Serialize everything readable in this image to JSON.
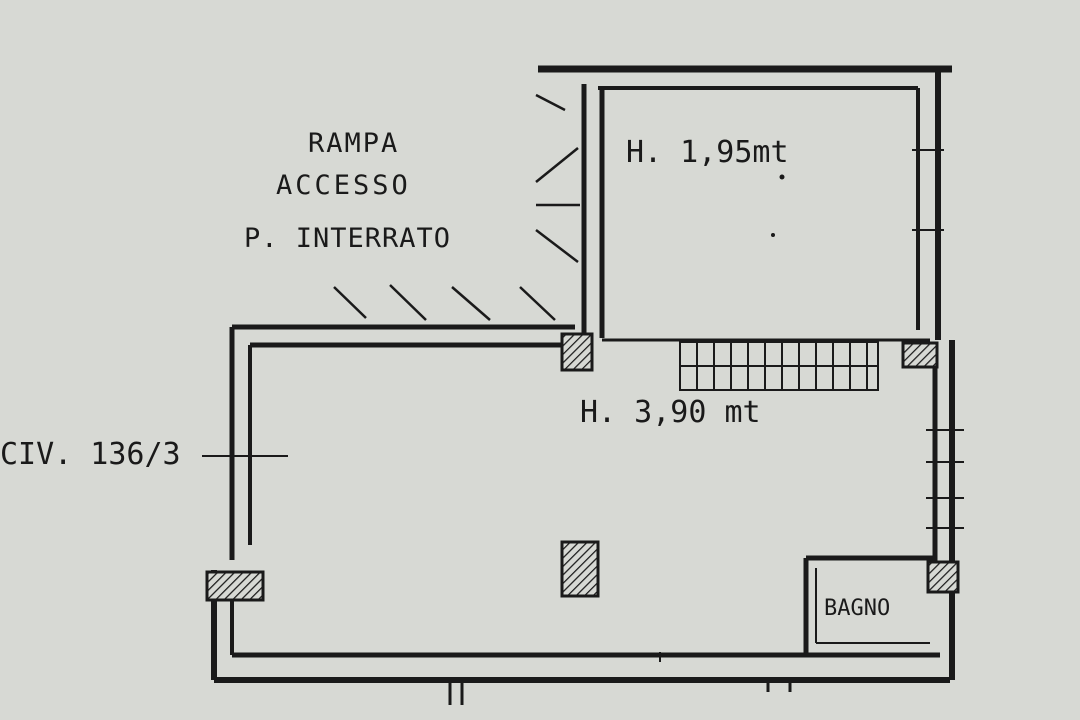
{
  "labels": {
    "ramp_line1": "RAMPA",
    "ramp_line2": "ACCESSO",
    "ramp_line3": "P. INTERRATO",
    "upper_height": "H. 1,95mt",
    "main_height": "H.   3,90 mt",
    "civic": "CIV. 136/3",
    "bathroom": "BAGNO"
  },
  "colors": {
    "paper": "#d7d9d4",
    "ink": "#1a1a1a"
  }
}
